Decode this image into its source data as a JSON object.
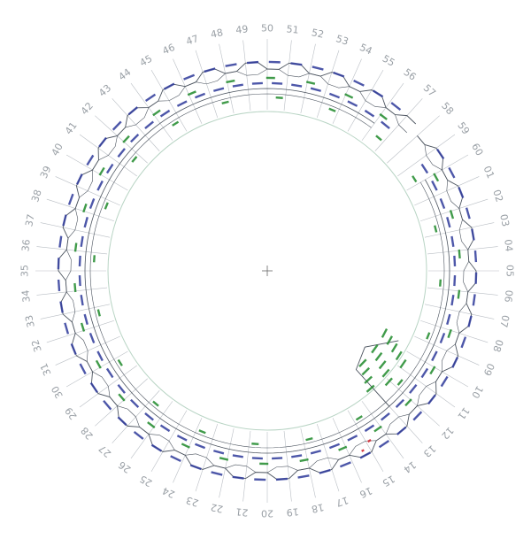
{
  "diagram": {
    "colors": {
      "background": "#ffffff",
      "grid_line": "#b9bec4",
      "inner_ring": "#b8d4c4",
      "wall": "#4d5560",
      "label": "#9aa0a6",
      "blue_tag": "#2e3a9a",
      "green_tag": "#1f8a2a",
      "red_tag": "#d0202a",
      "center_cross": "#666666"
    },
    "center_icon": "crosshair-icon",
    "radial_labels": [
      "01",
      "02",
      "03",
      "04",
      "05",
      "06",
      "07",
      "08",
      "09",
      "10",
      "11",
      "12",
      "13",
      "14",
      "15",
      "16",
      "17",
      "18",
      "19",
      "20",
      "21",
      "22",
      "23",
      "24",
      "25",
      "26",
      "27",
      "28",
      "29",
      "30",
      "31",
      "32",
      "33",
      "34",
      "35",
      "36",
      "37",
      "38",
      "39",
      "40",
      "41",
      "42",
      "43",
      "44",
      "45",
      "46",
      "47",
      "48",
      "49",
      "50",
      "51",
      "52",
      "53",
      "54",
      "55",
      "56",
      "57",
      "58",
      "59",
      "60"
    ]
  }
}
